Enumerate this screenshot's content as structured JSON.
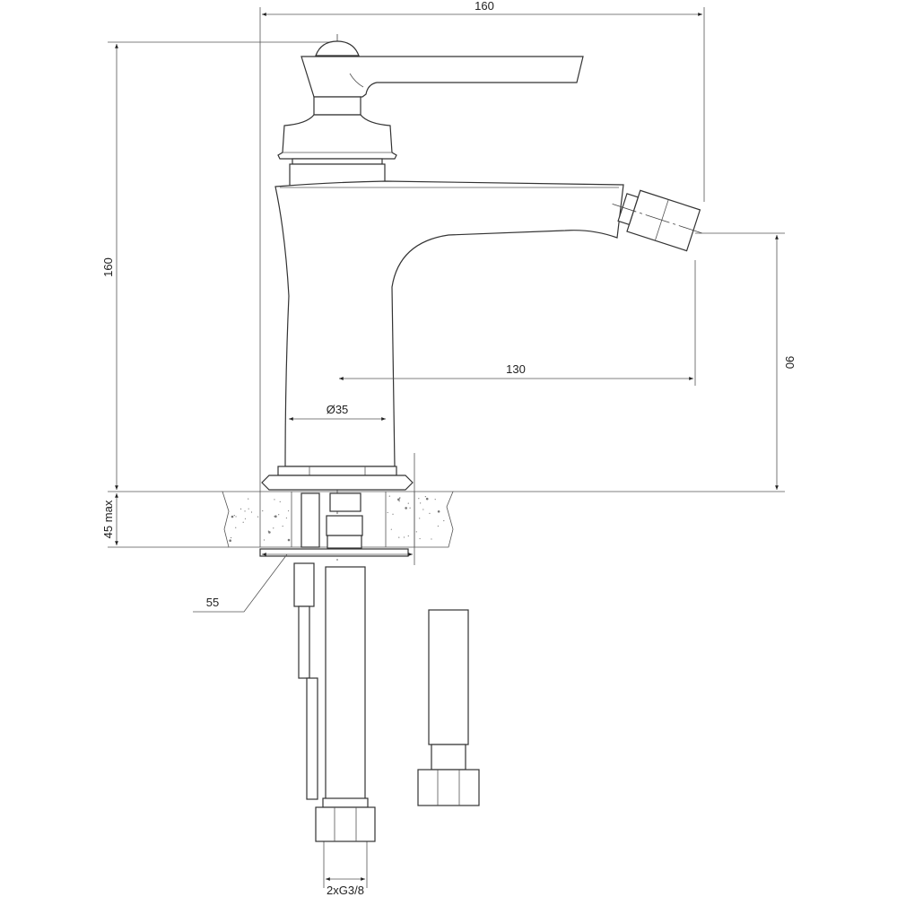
{
  "drawing": {
    "dimensions": {
      "overall_width": "160",
      "overall_height": "160",
      "spout_reach": "130",
      "spout_height": "90",
      "body_diameter": "Ø35",
      "countertop_thickness": "45 max",
      "hole_diameter": "55",
      "connection": "2xG3/8"
    },
    "colors": {
      "line": "#333333",
      "background": "#ffffff"
    }
  }
}
